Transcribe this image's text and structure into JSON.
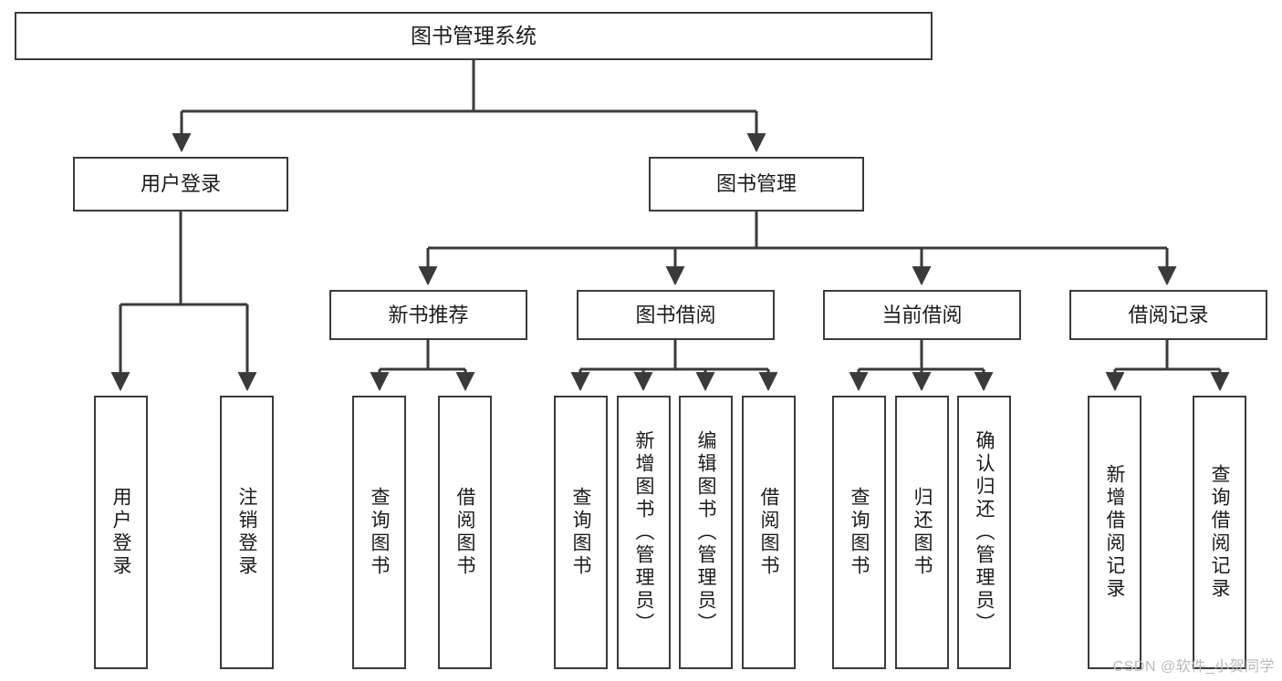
{
  "diagram": {
    "title": "图书管理系统",
    "watermark": "CSDN @软件_小贺同学",
    "colors": {
      "box_border": "#3a3a3a",
      "connector": "#3a3a3a",
      "background": "#ffffff",
      "text": "#1b1b1b",
      "watermark": "#b9b9b9"
    },
    "root": {
      "label": "图书管理系统"
    },
    "level2": [
      {
        "label": "用户登录"
      },
      {
        "label": "图书管理"
      }
    ],
    "level3": [
      {
        "label": "新书推荐"
      },
      {
        "label": "图书借阅"
      },
      {
        "label": "当前借阅"
      },
      {
        "label": "借阅记录"
      }
    ],
    "leaves": {
      "user_login": [
        {
          "label": "用户登录"
        },
        {
          "label": "注销登录"
        }
      ],
      "new_book_recommend": [
        {
          "label": "查询图书"
        },
        {
          "label": "借阅图书"
        }
      ],
      "book_borrow": [
        {
          "label": "查询图书"
        },
        {
          "label": "新增图书（管理员）"
        },
        {
          "label": "编辑图书（管理员）"
        },
        {
          "label": "借阅图书"
        }
      ],
      "current_borrow": [
        {
          "label": "查询图书"
        },
        {
          "label": "归还图书"
        },
        {
          "label": "确认归还（管理员）"
        }
      ],
      "borrow_record": [
        {
          "label": "新增借阅记录"
        },
        {
          "label": "查询借阅记录"
        }
      ]
    }
  }
}
